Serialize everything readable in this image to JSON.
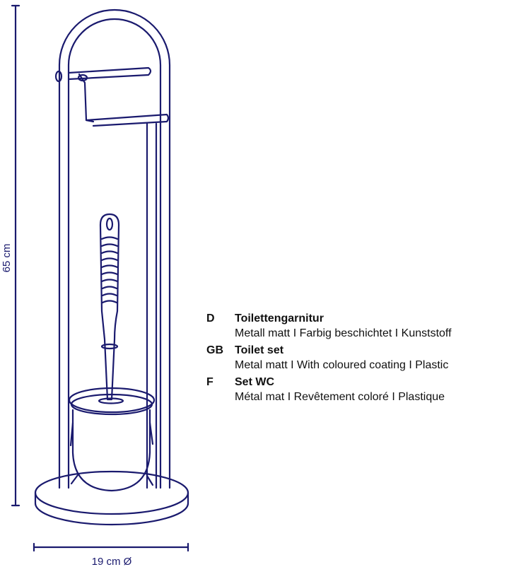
{
  "dimensions": {
    "height": "65 cm",
    "diameter": "19 cm Ø"
  },
  "colors": {
    "line": "#1a1a6e",
    "text": "#111111",
    "background": "#ffffff"
  },
  "legend": [
    {
      "code": "D",
      "title": "Toilettengarnitur",
      "desc": "Metall matt I Farbig beschichtet I Kunststoff"
    },
    {
      "code": "GB",
      "title": "Toilet set",
      "desc": "Metal matt I With coloured coating I Plastic"
    },
    {
      "code": "F",
      "title": "Set WC",
      "desc": "Métal mat I Revêtement coloré I Plastique"
    }
  ]
}
